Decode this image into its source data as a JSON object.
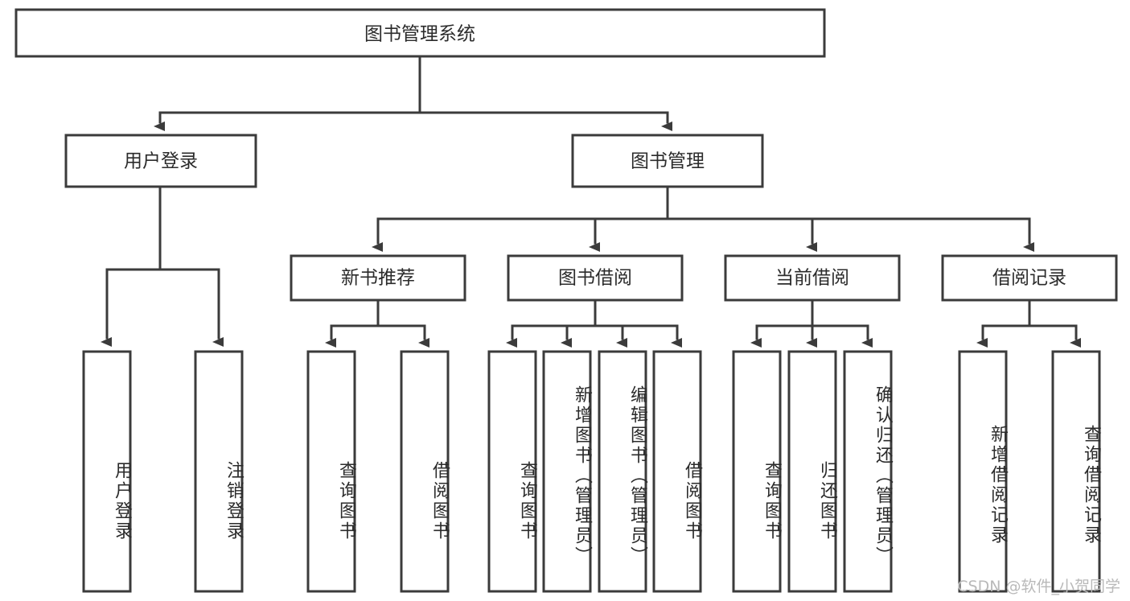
{
  "diagram": {
    "title_node": {
      "label": "图书管理系统"
    },
    "level2": [
      {
        "label": "用户登录"
      },
      {
        "label": "图书管理"
      }
    ],
    "level3": [
      {
        "label": "新书推荐"
      },
      {
        "label": "图书借阅"
      },
      {
        "label": "当前借阅"
      },
      {
        "label": "借阅记录"
      }
    ],
    "leaves": {
      "user_login": [
        {
          "label": "用户登录"
        },
        {
          "label": "注销登录"
        }
      ],
      "new_book_recommend": [
        {
          "label": "查询图书"
        },
        {
          "label": "借阅图书"
        }
      ],
      "book_borrow": [
        {
          "label": "查询图书"
        },
        {
          "label": "新增图书（管理员）"
        },
        {
          "label": "编辑图书（管理员）"
        },
        {
          "label": "借阅图书"
        }
      ],
      "current_borrow": [
        {
          "label": "查询图书"
        },
        {
          "label": "归还图书"
        },
        {
          "label": "确认归还（管理员）"
        }
      ],
      "borrow_records": [
        {
          "label": "新增借阅记录"
        },
        {
          "label": "查询借阅记录"
        }
      ]
    }
  },
  "watermark": {
    "text": "CSDN @软件_小贺同学"
  },
  "colors": {
    "stroke": "#3b3b3b",
    "text": "#2b2b2b",
    "background": "#ffffff",
    "watermark": "#b9b9b9"
  }
}
